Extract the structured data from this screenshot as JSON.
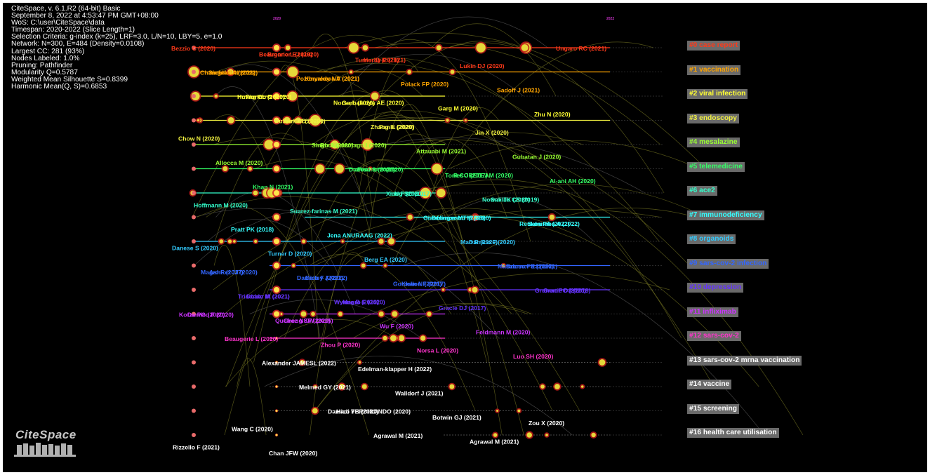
{
  "meta_lines": [
    "CiteSpace, v. 6.1.R2 (64-bit) Basic",
    "September 8, 2022 at 4:53:47 PM GMT+08:00",
    "WoS: C:\\user\\CiteSpace\\data",
    "Timespan: 2020-2022 (Slice Length=1)",
    "Selection Criteria: g-index (k=25), LRF=3.0, L/N=10, LBY=5, e=1.0",
    "Network: N=300, E=484 (Density=0.0108)",
    "Largest CC: 281 (93%)",
    "Nodes Labeled: 1.0%",
    "Pruning: Pathfinder",
    "Modularity Q=0.5787",
    "Weighted Mean Silhouette S=0.8399",
    "Harmonic Mean(Q, S)=0.6853"
  ],
  "logo": {
    "text": "CiteSpace"
  },
  "chart_data": {
    "type": "timeline",
    "x_years": {
      "start": "2020",
      "end": "2022"
    },
    "clusters": [
      {
        "id": 0,
        "label": "#0 case report",
        "color": "#ff3a1a"
      },
      {
        "id": 1,
        "label": "#1 vaccination",
        "color": "#ffa500"
      },
      {
        "id": 2,
        "label": "#2 viral infection",
        "color": "#ffff33"
      },
      {
        "id": 3,
        "label": "#3 endoscopy",
        "color": "#f0f040"
      },
      {
        "id": 4,
        "label": "#4 mesalazine",
        "color": "#99ff33"
      },
      {
        "id": 5,
        "label": "#5 telemedicine",
        "color": "#33ff66"
      },
      {
        "id": 6,
        "label": "#6 ace2",
        "color": "#33ffcc"
      },
      {
        "id": 7,
        "label": "#7 immunodeficiency",
        "color": "#33ffff"
      },
      {
        "id": 8,
        "label": "#8 organoids",
        "color": "#33ccff"
      },
      {
        "id": 9,
        "label": "#9 sars-cov-2 infection",
        "color": "#3366ff"
      },
      {
        "id": 10,
        "label": "#10 depression",
        "color": "#6633ff"
      },
      {
        "id": 11,
        "label": "#11 infliximab",
        "color": "#cc33ff"
      },
      {
        "id": 12,
        "label": "#12 sars-cov-2",
        "color": "#ff33cc"
      },
      {
        "id": 13,
        "label": "#13 sars-cov-2 mrna vaccination",
        "color": "#ffffff"
      },
      {
        "id": 14,
        "label": "#14 vaccine",
        "color": "#ffffff"
      },
      {
        "id": 15,
        "label": "#15 screening",
        "color": "#ffffff"
      },
      {
        "id": 16,
        "label": "#16 health care utilisation",
        "color": "#ffffff"
      }
    ],
    "node_labels": [
      {
        "text": "Bezzio C (2020)",
        "cluster": 0
      },
      {
        "text": "Brenner EJ (2020)",
        "cluster": 0
      },
      {
        "text": "Horby P (2021)",
        "cluster": 0
      },
      {
        "text": "Lukin DJ (2020)",
        "cluster": 0
      },
      {
        "text": "Ungaro RC (2021)",
        "cluster": 0
      },
      {
        "text": "Beaugerie L (2019)",
        "cluster": 0
      },
      {
        "text": "Turner D (2021)",
        "cluster": 0
      },
      {
        "text": "Fiorino G (2020)",
        "cluster": 2
      },
      {
        "text": "Siegel CA (2021)",
        "cluster": 1
      },
      {
        "text": "Kennedy NA (2021)",
        "cluster": 1
      },
      {
        "text": "Polack FP (2020)",
        "cluster": 1
      },
      {
        "text": "Sadoff J (2021)",
        "cluster": 1
      },
      {
        "text": "Chanchlani N (2022)",
        "cluster": 1
      },
      {
        "text": "Pozdnyakova V (2021)",
        "cluster": 1
      },
      {
        "text": "Gorbalenya AE (2020)",
        "cluster": 2
      },
      {
        "text": "Garg M (2020)",
        "cluster": 2
      },
      {
        "text": "Zhu N (2020)",
        "cluster": 2
      },
      {
        "text": "Huang CL (2020)",
        "cluster": 2
      },
      {
        "text": "Norsa L (2020)",
        "cluster": 2
      },
      {
        "text": "Wu CM (2020)",
        "cluster": 3
      },
      {
        "text": "Pan L (2020)",
        "cluster": 3
      },
      {
        "text": "Jin X (2020)",
        "cluster": 3
      },
      {
        "text": "Chow N (2020)",
        "cluster": 3
      },
      {
        "text": "Russell CD (2020)",
        "cluster": 3
      },
      {
        "text": "Zhang H (2020)",
        "cluster": 3
      },
      {
        "text": "Rodriguez-lago I (2020)",
        "cluster": 4
      },
      {
        "text": "Attauabi M (2021)",
        "cluster": 4
      },
      {
        "text": "Gubatan J (2020)",
        "cluster": 4
      },
      {
        "text": "Allocca M (2020)",
        "cluster": 4
      },
      {
        "text": "Singh S (2020)",
        "cluster": 4
      },
      {
        "text": "Fiorino G (2020)",
        "cluster": 5
      },
      {
        "text": "R COREТEAM (2020)",
        "cluster": 5
      },
      {
        "text": "Al-ani AH (2020)",
        "cluster": 5
      },
      {
        "text": "Khan N (2021)",
        "cluster": 5
      },
      {
        "text": "Danese S (2020)",
        "cluster": 5
      },
      {
        "text": "Torres J (2017)",
        "cluster": 5
      },
      {
        "text": "Ng SC (2017)",
        "cluster": 6
      },
      {
        "text": "Smillie CS (2019)",
        "cluster": 6
      },
      {
        "text": "Hoffmann M (2020)",
        "cluster": 6
      },
      {
        "text": "Suarez-farinas M (2021)",
        "cluster": 6
      },
      {
        "text": "Xiao F (2020)",
        "cluster": 6
      },
      {
        "text": "Nowak JK (2020)",
        "cluster": 6
      },
      {
        "text": "Dolinger MT (2020)",
        "cluster": 7
      },
      {
        "text": "Sakuraba A (2022)",
        "cluster": 7
      },
      {
        "text": "Pratt PK (2018)",
        "cluster": 7
      },
      {
        "text": "Jena ANURAAG (2022)",
        "cluster": 7
      },
      {
        "text": "Gianfrancesco M (2020)",
        "cluster": 7
      },
      {
        "text": "Reuken PA (2022)",
        "cluster": 7
      },
      {
        "text": "Damico F (2020)",
        "cluster": 8
      },
      {
        "text": "Danese S (2020)",
        "cluster": 8
      },
      {
        "text": "Turner D (2020)",
        "cluster": 8
      },
      {
        "text": "Berg EA (2020)",
        "cluster": 8
      },
      {
        "text": "Mao R (2020)",
        "cluster": 8
      },
      {
        "text": "Brenner EJ (2021)",
        "cluster": 9
      },
      {
        "text": "Ashton JJ (2020)",
        "cluster": 9
      },
      {
        "text": "Dailey J (2022)",
        "cluster": 9
      },
      {
        "text": "Khan N (2021)",
        "cluster": 9
      },
      {
        "text": "Macaluso FS (2020)",
        "cluster": 9
      },
      {
        "text": "Magro F (2017)",
        "cluster": 9
      },
      {
        "text": "Damico F (2021)",
        "cluster": 9
      },
      {
        "text": "Gomollon F (2017)",
        "cluster": 9
      },
      {
        "text": "Gracie DJ (2018)",
        "cluster": 10
      },
      {
        "text": "Dober M (2021)",
        "cluster": 10
      },
      {
        "text": "Magro F (2020)",
        "cluster": 10
      },
      {
        "text": "Gracie DJ (2017)",
        "cluster": 10
      },
      {
        "text": "Grunert PC (2020)",
        "cluster": 10
      },
      {
        "text": "Trindade IA (2021)",
        "cluster": 10
      },
      {
        "text": "Wynne B (2019)",
        "cluster": 10
      },
      {
        "text": "Damico F (2020)",
        "cluster": 11
      },
      {
        "text": "Cheng KW (2015)",
        "cluster": 11
      },
      {
        "text": "Wu F (2020)",
        "cluster": 11
      },
      {
        "text": "Feldmann M (2020)",
        "cluster": 11
      },
      {
        "text": "Kotze PG (2020)",
        "cluster": 11
      },
      {
        "text": "Queiroz NSF (2020)",
        "cluster": 11
      },
      {
        "text": "Beaugerie L (2020)",
        "cluster": 12
      },
      {
        "text": "Zhou P (2020)",
        "cluster": 12
      },
      {
        "text": "Norsa L (2020)",
        "cluster": 12
      },
      {
        "text": "Luo SH (2020)",
        "cluster": 12
      },
      {
        "text": "Alexander JAMESL (2022)",
        "cluster": 13
      },
      {
        "text": "Edelman-klapper H (2022)",
        "cluster": 13
      },
      {
        "text": "Melmed GY (2021)",
        "cluster": 14
      },
      {
        "text": "Walldorf J (2021)",
        "cluster": 14
      },
      {
        "text": "Hadi YB (2021)",
        "cluster": 15
      },
      {
        "text": "Botwin GJ (2021)",
        "cluster": 15
      },
      {
        "text": "Zou X (2020)",
        "cluster": 15
      },
      {
        "text": "Wang C (2020)",
        "cluster": 15
      },
      {
        "text": "Damico FERDINANDO (2020)",
        "cluster": 15
      },
      {
        "text": "Agrawal M (2021)",
        "cluster": 16
      },
      {
        "text": "Agrawal M (2021)",
        "cluster": 16
      },
      {
        "text": "Rizzello F (2021)",
        "cluster": 16
      },
      {
        "text": "Chan JFW (2020)",
        "cluster": 16
      }
    ]
  }
}
